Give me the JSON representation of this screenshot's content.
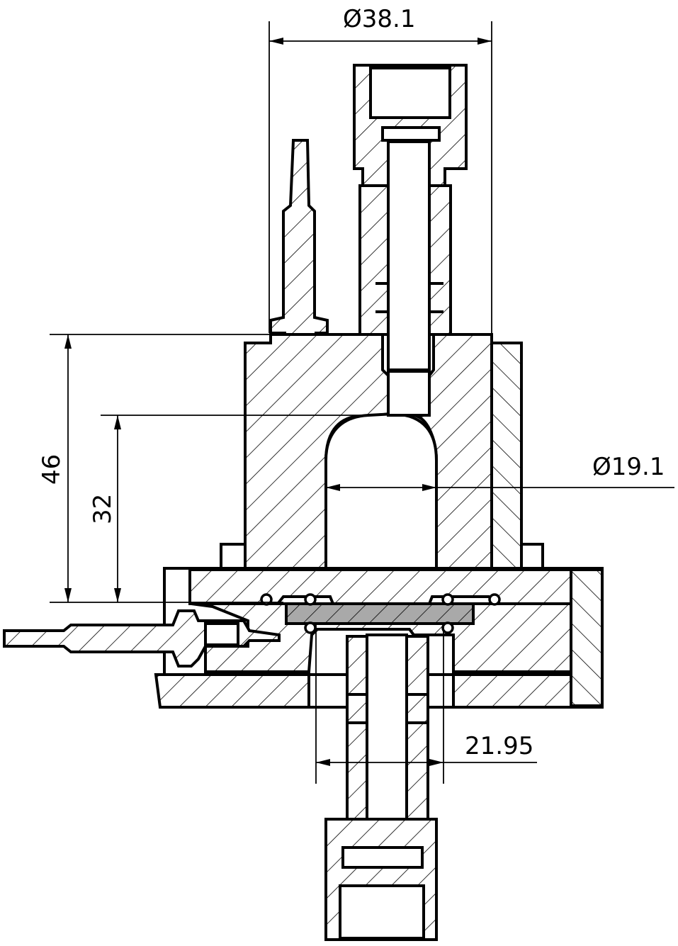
{
  "dimensions": {
    "outer_diameter": "Ø38.1",
    "inner_diameter": "Ø19.1",
    "height_total": "46",
    "height_cavity": "32",
    "bottom_width": "21.95"
  }
}
